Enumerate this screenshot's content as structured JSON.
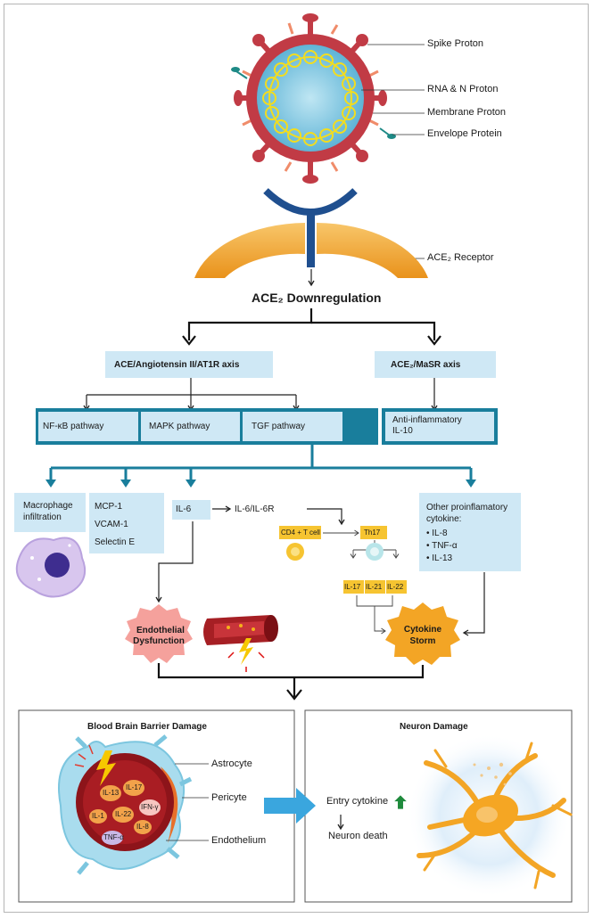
{
  "virus_labels": {
    "spike": "Spike Proton",
    "rna": "RNA & N Proton",
    "membrane": "Membrane Proton",
    "envelope": "Envelope Protein",
    "receptor": "ACE₂ Receptor"
  },
  "downregulation": "ACE₂ Downregulation",
  "axes": {
    "ace_axis": "ACE/Angiotensin II/AT1R axis",
    "ace2_axis": "ACE₂/MaSR axis"
  },
  "pathways": {
    "nfkb": "NF-κB pathway",
    "mapk": "MAPK pathway",
    "tgf": "TGF pathway",
    "anti1": "Anti-inflammatory",
    "anti2": "IL-10"
  },
  "mediators": {
    "macrophage1": "Macrophage",
    "macrophage2": "infiltration",
    "mcp1": "MCP-1",
    "vcam1": "VCAM-1",
    "selectin": "Selectin E",
    "il6": "IL-6",
    "il6r": "IL-6/IL-6R",
    "cd4": "CD4 + T cell",
    "th17": "Th17",
    "il17": "IL-17",
    "il21": "IL-21",
    "il22": "IL-22",
    "other1": "Other proinflamatory",
    "other2": "cytokine:",
    "other_il8": "• IL-8",
    "other_tnf": "• TNF-α",
    "other_il13": "• IL-13"
  },
  "outcomes": {
    "endo1": "Endothelial",
    "endo2": "Dysfunction",
    "storm1": "Cytokine",
    "storm2": "Storm"
  },
  "bbb": {
    "title": "Blood Brain Barrier Damage",
    "astrocyte": "Astrocyte",
    "pericyte": "Pericyte",
    "endothelium": "Endothelium",
    "cytokines": [
      "IL-13",
      "IL-17",
      "IFN-γ",
      "IL-1",
      "IL-22",
      "IL-8",
      "TNF-α"
    ]
  },
  "neuron": {
    "title": "Neuron Damage",
    "entry": "Entry cytokine",
    "death": "Neuron death"
  },
  "colors": {
    "up_arrow": "#1f8a3c",
    "down_arrow": "#c9232e",
    "box_fill": "#cfe8f5",
    "teal_bar": "#197e9c",
    "virus_red": "#c13b45",
    "receptor_blue": "#1f4f8f"
  }
}
